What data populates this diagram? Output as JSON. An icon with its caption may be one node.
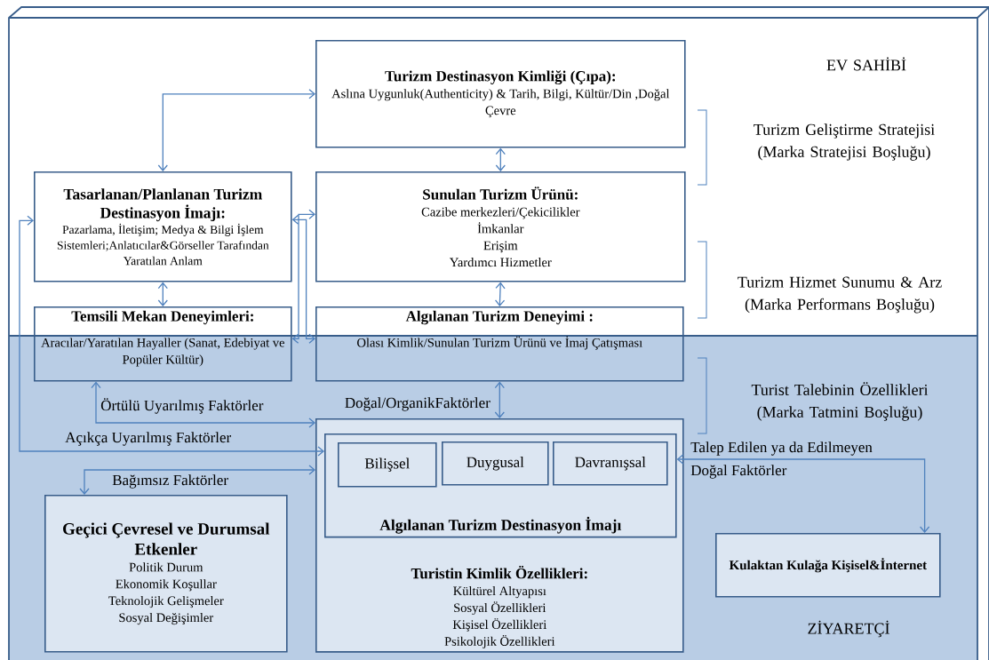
{
  "diagram": {
    "nodes": [
      {
        "text": [
          "Turizm Destinasyon Kimliği (Çıpa):",
          "Aslına Uygunluk(Authenticity) & Tarih, Bilgi, Kültür/Din ,Doğal Çevre"
        ]
      },
      {
        "text": [
          "Tasarlanan/Planlanan Turizm Destinasyon İmajı:",
          "Pazarlama, İletişim; Medya & Bilgi İşlem Sistemleri;Anlatıcılar&Görseller Tarafından Yaratılan Anlam"
        ]
      },
      {
        "text": [
          "Sunulan Turizm Ürünü:",
          "Cazibe merkezleri/Çekicilikler",
          "İmkanlar",
          "Erişim",
          "Yardımcı Hizmetler"
        ]
      },
      {
        "text": [
          "Temsili Mekan Deneyimleri:",
          "Aracılar/Yaratılan Hayaller (Sanat, Edebiyat ve Popüler Kültür)"
        ]
      },
      {
        "text": [
          "Algılanan Turizm Deneyimi :",
          "Olası Kimlik/Sunulan Turizm Ürünü ve İmaj Çatışması"
        ]
      },
      {
        "text": [
          "Turistin Kimlik Özellikleri:",
          "Kültürel Altyapısı",
          "Sosyal Özellikleri",
          "Kişisel Özellikleri",
          "Psikolojik Özellikleri"
        ]
      },
      {
        "text": [
          "Algılanan Turizm Destinasyon İmajı"
        ],
        "in": 5
      },
      {
        "text": [
          "Bilişsel"
        ],
        "in": 6
      },
      {
        "text": [
          "Duygusal"
        ],
        "in": 6
      },
      {
        "text": [
          "Davranışsal"
        ],
        "in": 6
      },
      {
        "text": [
          "Geçici Çevresel ve Durumsal Etkenler",
          "Politik Durum",
          "Ekonomik Koşullar",
          "Teknolojik Gelişmeler",
          "Sosyal Değişimler"
        ]
      },
      {
        "text": [
          "Kulaktan Kulağa Kişisel&İnternet"
        ]
      }
    ],
    "edges": [
      {
        "from": 1,
        "to": 0,
        "arrow": "both"
      },
      {
        "from": 0,
        "to": 2,
        "arrow": "both"
      },
      {
        "from": 1,
        "to": 3,
        "arrow": "both"
      },
      {
        "from": 2,
        "to": 4,
        "arrow": "both"
      },
      {
        "from": 1,
        "to": 4,
        "arrow": "both"
      },
      {
        "from": 2,
        "to": 3,
        "arrow": "both"
      },
      {
        "from": 4,
        "to": 5,
        "arrow": "both",
        "label": "Doğal/OrganikFaktörler"
      },
      {
        "from": 3,
        "to": 5,
        "arrow": "both",
        "label": "Örtülü Uyarılmış Faktörler"
      },
      {
        "from": 1,
        "to": 6,
        "arrow": "both",
        "label": "Açıkça Uyarılmış Faktörler"
      },
      {
        "from": 10,
        "to": 5,
        "arrow": "both",
        "label": "Bağımsız Faktörler"
      },
      {
        "from": 6,
        "to": 11,
        "arrow": "both",
        "label": "Talep Edilen ya da Edilmeyen Doğal Faktörler"
      }
    ],
    "labels": [
      "EV SAHİBİ",
      "Turizm Geliştirme Stratejisi (Marka Stratejisi Boşluğu)",
      "Turizm Hizmet Sunumu & Arz (Marka Performans Boşluğu)",
      "Turist Talebinin Özellikleri (Marka Tatmini Boşluğu)",
      "ZİYARETÇİ"
    ]
  }
}
